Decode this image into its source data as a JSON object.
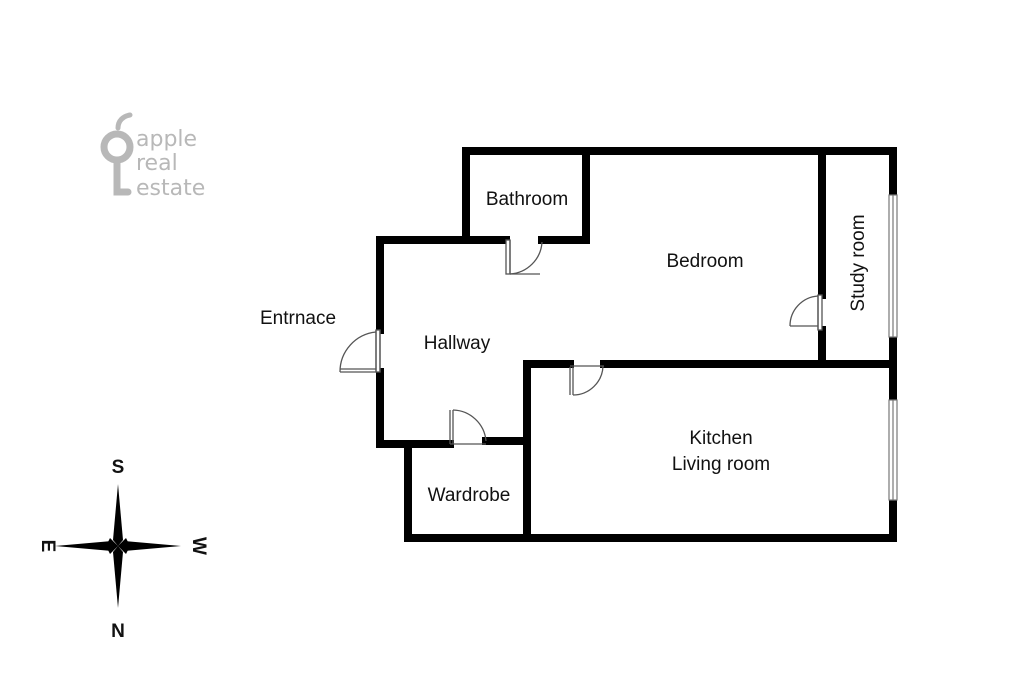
{
  "logo": {
    "lines": [
      "apple",
      "real",
      "estate"
    ]
  },
  "rooms": {
    "bathroom": "Bathroom",
    "bedroom": "Bedroom",
    "study": "Study room",
    "hallway": "Hallway",
    "entrance": "Entrnace",
    "kitchen_line1": "Kitchen",
    "kitchen_line2": "Living room",
    "wardrobe": "Wardrobe"
  },
  "compass": {
    "top": "S",
    "bottom": "N",
    "left": "E",
    "right": "W"
  },
  "colors": {
    "wall": "#000000",
    "logo": "#b8b8b8"
  }
}
